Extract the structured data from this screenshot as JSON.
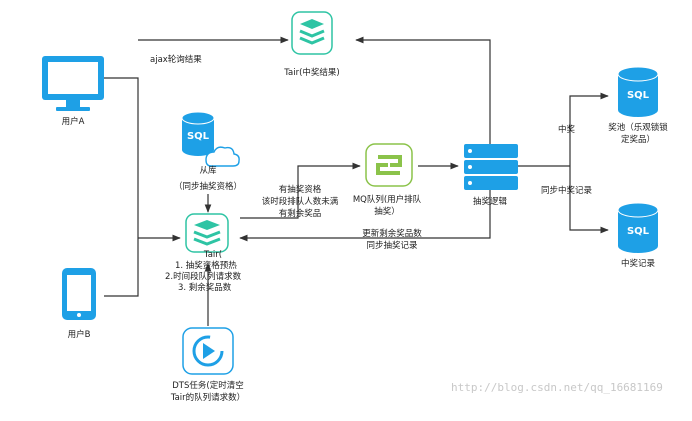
{
  "nodes": {
    "user_a": "用户A",
    "user_b": "用户B",
    "tair_result": "Tair(中奖结果)",
    "slave_db": "从库",
    "slave_db_note": "（同步抽奖资格）",
    "tair_main_title": "Tair(",
    "tair_main_line1": "1. 抽奖资格预热",
    "tair_main_line2": "2.时间段队列请求数",
    "tair_main_line3": "3. 剩余奖品数",
    "mq_line1": "MQ队列(用户排队",
    "mq_line2": "抽奖）",
    "lottery_logic": "抽奖逻辑",
    "prize_pool_line1": "奖池（乐观锁锁",
    "prize_pool_line2": "定奖品）",
    "win_record": "中奖记录",
    "dts_line1": "DTS任务(定时清空",
    "dts_line2": "Tair的队列请求数）"
  },
  "edges": {
    "ajax_poll": "ajax轮询结果",
    "cond_line1": "有抽奖资格",
    "cond_line2": "该时段排队人数未满",
    "cond_line3": "有剩余奖品",
    "update_line1": "更新剩余奖品数",
    "update_line2": "同步抽奖记录",
    "win": "中奖",
    "sync_record": "同步中奖记录"
  },
  "icons": {
    "sql_label": "SQL"
  },
  "watermark": "http://blog.csdn.net/qq_16681169",
  "colors": {
    "blue": "#1ea0e6",
    "teal": "#2ec4a4",
    "green": "#8bc34a",
    "line": "#333333"
  }
}
